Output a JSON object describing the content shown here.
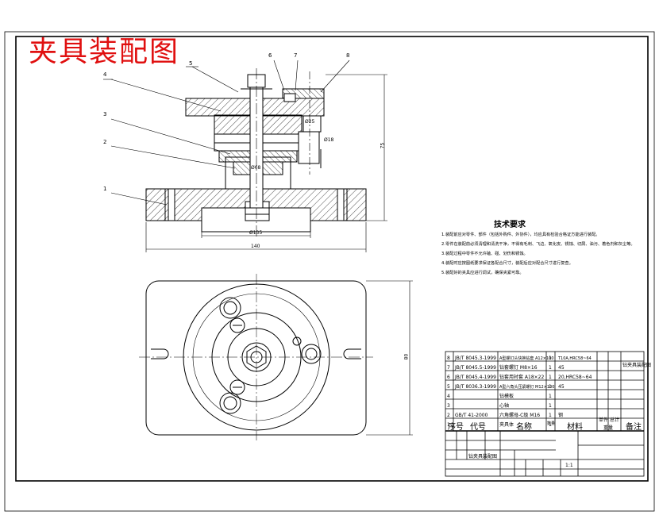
{
  "title": "夹具装配图",
  "balloons": [
    "5",
    "4",
    "3",
    "2",
    "1",
    "6",
    "7",
    "8"
  ],
  "dims": {
    "overall_height": "75",
    "overall_width": "140",
    "base_bore": "Ø135",
    "boss_dia": "Ø68",
    "hole_dia": "Ø25",
    "clamp_dia": "Ø18",
    "plan_height": "80"
  },
  "tech": {
    "title": "技术要求",
    "lines": [
      "1.装配前应对零件、部件（包括外购件、外协件），均应具有检验合格证方能进行装配。",
      "2.零件在装配前必须清理和清洗干净，不得有毛刺、飞边、氧化皮、锈蚀、切屑、油污、着色剂和灰尘等。",
      "3.装配过程中零件不允许磕、碰、划伤和锈蚀。",
      "4.装配时应按图纸要求保证各配合尺寸，装配后应对配合尺寸进行复查。",
      "5.装配好的夹具应进行调试，确保夹紧可靠。"
    ]
  },
  "bom": {
    "rows": [
      {
        "no": "8",
        "code": "JB/T 8045.3-1999",
        "name": "A型螺钉头快换钻套 A12×100",
        "qty": "1",
        "mat": "T10A,HRC58~64"
      },
      {
        "no": "7",
        "code": "JB/T 8045.5-1999",
        "name": "钻套螺钉 M8×16",
        "qty": "1",
        "mat": "45"
      },
      {
        "no": "6",
        "code": "JB/T 8045.4-1999",
        "name": "钻套用衬套 A18×22",
        "qty": "1",
        "mat": "20,HRC58~64"
      },
      {
        "no": "5",
        "code": "JB/T 8036.3-1999",
        "name": "A型六角头压紧螺钉 M12×100",
        "qty": "1",
        "mat": "45"
      },
      {
        "no": "4",
        "code": "",
        "name": "钻模板",
        "qty": "1",
        "mat": ""
      },
      {
        "no": "3",
        "code": "",
        "name": "心轴",
        "qty": "1",
        "mat": ""
      },
      {
        "no": "2",
        "code": "GB/T 41-2000",
        "name": "六角螺母-C级 M16",
        "qty": "1",
        "mat": "钢"
      },
      {
        "no": "1",
        "code": "",
        "name": "夹具体",
        "qty": "1",
        "mat": ""
      }
    ],
    "header": {
      "no": "序号",
      "code": "代号",
      "name": "名称",
      "qty": "数量",
      "mat": "材料",
      "single": "单件",
      "total": "总计",
      "weight": "重量",
      "remark": "备注"
    },
    "dwg_title": "钻夹具装配图",
    "scale": "1:1"
  }
}
